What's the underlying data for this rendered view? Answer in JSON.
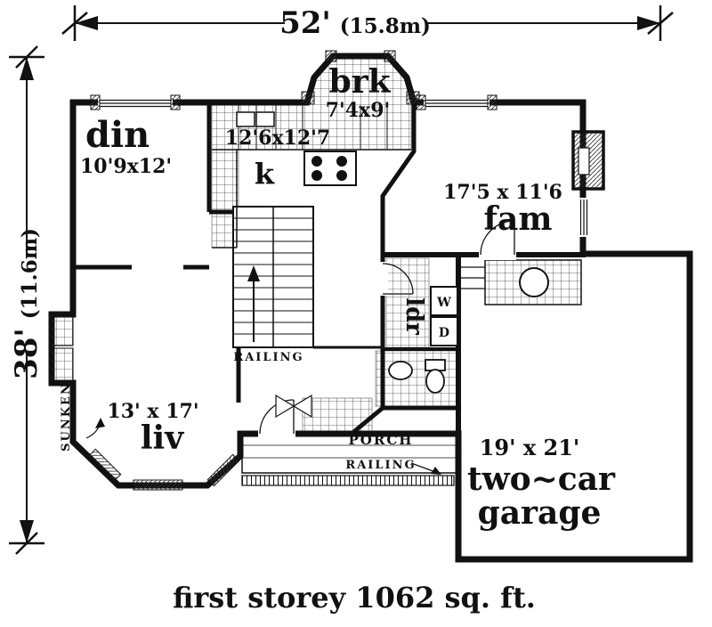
{
  "colors": {
    "ink": "#111111",
    "paper": "#ffffff"
  },
  "dimensions": {
    "width_ft": "52'",
    "width_m": "(15.8m)",
    "depth_ft": "38'",
    "depth_m": "(11.6m)"
  },
  "rooms": {
    "dining": {
      "label": "din",
      "size": "10'9x12'"
    },
    "breakfast": {
      "label": "brk",
      "size": "7'4x9'"
    },
    "kitchen": {
      "label": "k",
      "size": "12'6x12'7"
    },
    "family": {
      "label": "fam",
      "size": "17'5 x 11'6"
    },
    "living": {
      "label": "liv",
      "size": "13' x 17'"
    },
    "laundry": {
      "label": "ldr"
    },
    "garage": {
      "line1": "two~car",
      "line2": "garage",
      "size": "19' x 21'"
    }
  },
  "labels": {
    "porch": "PORCH",
    "railing_porch": "RAILING",
    "railing_stairs": "RAILING",
    "sunken": "SUNKEN",
    "washer": "W",
    "dryer": "D"
  },
  "caption": {
    "text": "first storey  1062  sq. ft."
  }
}
